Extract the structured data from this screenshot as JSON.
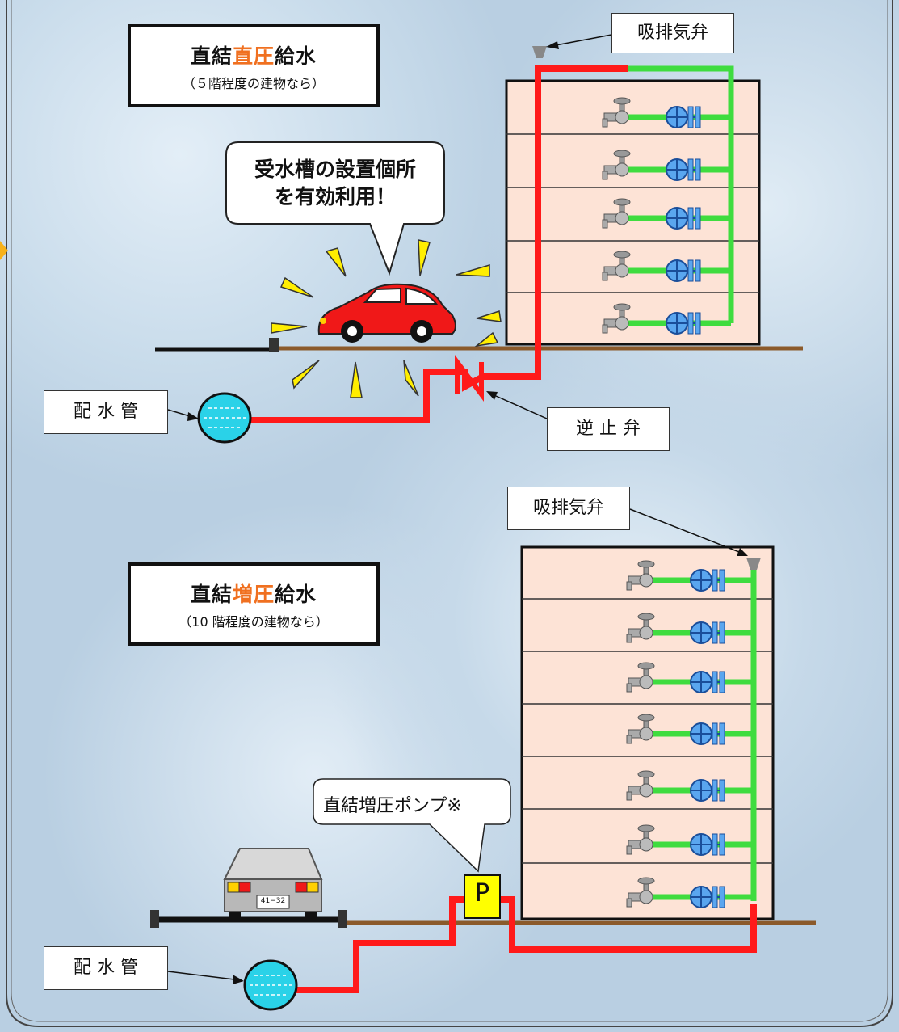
{
  "colors": {
    "pipe_red": "#ff1a1a",
    "pipe_green": "#3fdc3f",
    "ground": "#8b5a2b",
    "building": "#fde3d6",
    "accent": "#f07020"
  },
  "top": {
    "title_pre": "直結",
    "title_hl": "直圧",
    "title_post": "給水",
    "subtitle": "（５階程度の建物なら）",
    "bubble_line1": "受水槽の設置個所",
    "bubble_line2": "を有効利用！",
    "air_valve": "吸排気弁",
    "distribution_pipe": "配 水 管",
    "check_valve": "逆 止 弁",
    "floors": 5
  },
  "bottom": {
    "title_pre": "直結",
    "title_hl": "増圧",
    "title_post": "給水",
    "subtitle": "（10 階程度の建物なら）",
    "air_valve": "吸排気弁",
    "pump_label": "直結増圧ポンプ※",
    "pump_letter": "P",
    "distribution_pipe": "配 水 管",
    "plate": "41−32",
    "floors": 7
  }
}
